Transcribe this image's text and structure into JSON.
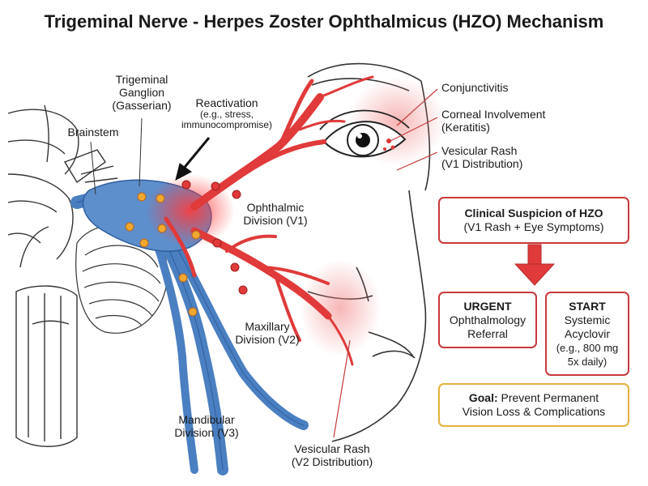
{
  "title": "Trigeminal Nerve - Herpes Zoster Ophthalmicus (HZO) Mechanism",
  "labels": {
    "brainstem": "Brainstem",
    "ganglion_1": "Trigeminal",
    "ganglion_2": "Ganglion",
    "ganglion_3": "(Gasserian)",
    "reactivation": "Reactivation",
    "reactivation_note_1": "(e.g., stress,",
    "reactivation_note_2": "immunocompromise)",
    "ophthalmic_1": "Ophthalmic",
    "ophthalmic_2": "Division (V1)",
    "maxillary_1": "Maxillary",
    "maxillary_2": "Division (V2)",
    "mandibular_1": "Mandibular",
    "mandibular_2": "Division (V3)",
    "rash_v2_1": "Vesicular Rash",
    "rash_v2_2": "(V2 Distribution)"
  },
  "eye_callouts": {
    "conjunctivitis": "Conjunctivitis",
    "corneal_1": "Corneal Involvement",
    "corneal_2": "(Keratitis)",
    "rash_v1_1": "Vesicular Rash",
    "rash_v1_2": "(V1 Distribution)"
  },
  "flowchart": {
    "suspicion_title": "Clinical Suspicion of HZO",
    "suspicion_sub": "(V1 Rash + Eye Symptoms)",
    "urgent_title": "URGENT",
    "urgent_1": "Ophthalmology",
    "urgent_2": "Referral",
    "start_title": "START",
    "start_1": "Systemic",
    "start_2": "Acyclovir",
    "start_3": "(e.g., 800 mg",
    "start_4": "5x daily)",
    "goal_label": "Goal:",
    "goal_1": " Prevent Permanent",
    "goal_2": "Vision Loss & Complications"
  },
  "colors": {
    "nerve_blue": "#4a7fc1",
    "nerve_red": "#e03a3a",
    "box_red": "#c8393b",
    "goal_gold": "#e3b23c",
    "virus_orange": "#f0a830"
  }
}
